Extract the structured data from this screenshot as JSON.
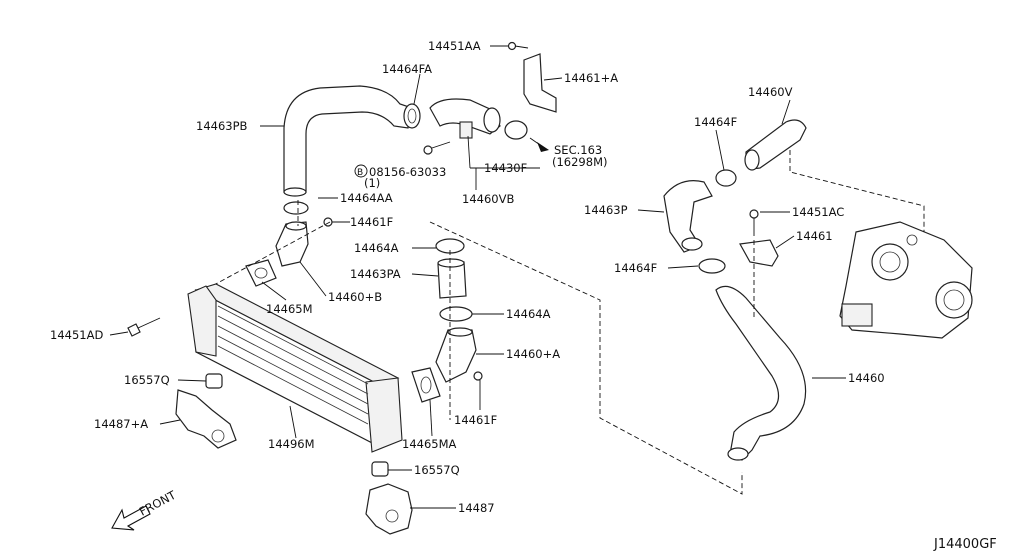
{
  "diagram_id": "J14400GF",
  "front_label": "FRONT",
  "sec_ref": {
    "line1": "SEC.163",
    "line2": "(16298M)"
  },
  "bolt_code": {
    "symbol": "B",
    "number": "08156-63033",
    "qty": "(1)"
  },
  "labels": {
    "p14451AA": "14451AA",
    "p14464FA": "14464FA",
    "p14461A": "14461+A",
    "p14463PB": "14463PB",
    "p14430F": "14430F",
    "p14460VB": "14460VB",
    "p14464AA": "14464AA",
    "p14461F_top": "14461F",
    "p14464A_top": "14464A",
    "p14463PA": "14463PA",
    "p14465M": "14465M",
    "p14460B": "14460+B",
    "p14464A_low": "14464A",
    "p14460A": "14460+A",
    "p14451AD": "14451AD",
    "p16557Q_left": "16557Q",
    "p14487A": "14487+A",
    "p14496M": "14496M",
    "p14465MA": "14465MA",
    "p14461F_low": "14461F",
    "p16557Q_bottom": "16557Q",
    "p14487": "14487",
    "p14460V": "14460V",
    "p14464F_top": "14464F",
    "p14463P": "14463P",
    "p14451AC": "14451AC",
    "p14461": "14461",
    "p14464F_low": "14464F",
    "p14460": "14460"
  },
  "colors": {
    "line": "#222222",
    "background": "#ffffff"
  }
}
